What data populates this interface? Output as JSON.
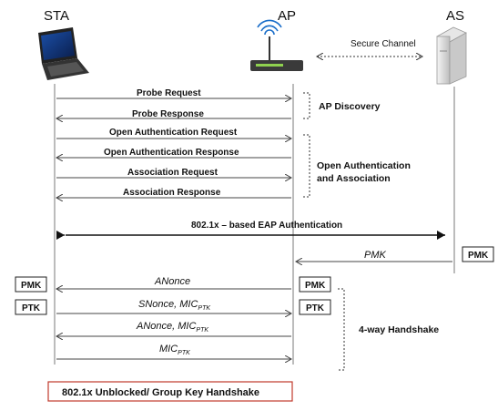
{
  "entities": {
    "sta": "STA",
    "ap": "AP",
    "as": "AS"
  },
  "secure_channel": "Secure Channel",
  "messages": {
    "probe_request": "Probe Request",
    "probe_response": "Probe Response",
    "open_auth_request": "Open Authentication Request",
    "open_auth_response": "Open Authentication Response",
    "assoc_request": "Association Request",
    "assoc_response": "Association Response",
    "eap_auth": "802.1x – based EAP Authentication",
    "pmk_msg": "PMK",
    "anonce": "ANonce",
    "snonce_mic": "SNonce, MIC",
    "anonce_mic": "ANonce, MIC",
    "mic": "MIC",
    "mic_sub": "PTK"
  },
  "groups": {
    "ap_discovery": "AP Discovery",
    "open_auth_line1": "Open Authentication",
    "open_auth_line2": "and Association",
    "four_way": "4-way Handshake"
  },
  "keys": {
    "pmk_as": "PMK",
    "pmk_sta": "PMK",
    "ptk_sta": "PTK",
    "pmk_ap": "PMK",
    "ptk_ap": "PTK"
  },
  "final_box": "802.1x Unblocked/ Group Key Handshake",
  "colors": {
    "final_box_border": "#c0392b"
  }
}
